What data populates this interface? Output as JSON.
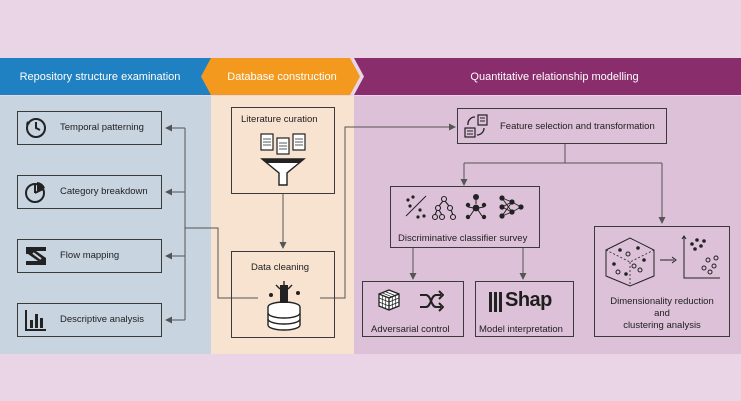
{
  "headers": {
    "left": "Repository structure examination",
    "middle": "Database construction",
    "right": "Quantitative relationship modelling"
  },
  "colors": {
    "background": "#e9d5e6",
    "left_header": "#1f80c2",
    "left_panel": "#c9d4e1",
    "middle_header": "#f39a1e",
    "middle_panel": "#f8e2d0",
    "right_header": "#8a2d6d",
    "right_panel": "#dcc1d8"
  },
  "left_boxes": {
    "temporal": "Temporal patterning",
    "category": "Category breakdown",
    "flow": "Flow mapping",
    "descriptive": "Descriptive analysis"
  },
  "middle_boxes": {
    "literature": "Literature curation",
    "cleaning": "Data cleaning"
  },
  "right_boxes": {
    "feature": "Feature selection and transformation",
    "classifier": "Discriminative classifier survey",
    "adversarial": "Adversarial control",
    "interpretation": "Model interpretation",
    "shap_logo": "Shap",
    "dimred_line1": "Dimensionality reduction",
    "dimred_line2": "and",
    "dimred_line3": "clustering analysis"
  }
}
